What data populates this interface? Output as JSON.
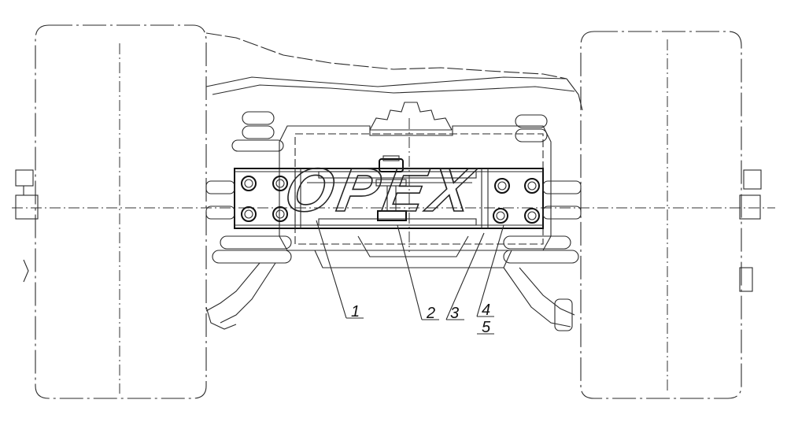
{
  "watermark": {
    "text": "OPEX"
  },
  "callouts": [
    {
      "id": "1",
      "label": "1"
    },
    {
      "id": "2",
      "label": "2"
    },
    {
      "id": "3",
      "label": "3"
    },
    {
      "id": "4",
      "label": "4"
    },
    {
      "id": "5",
      "label": "5"
    }
  ]
}
